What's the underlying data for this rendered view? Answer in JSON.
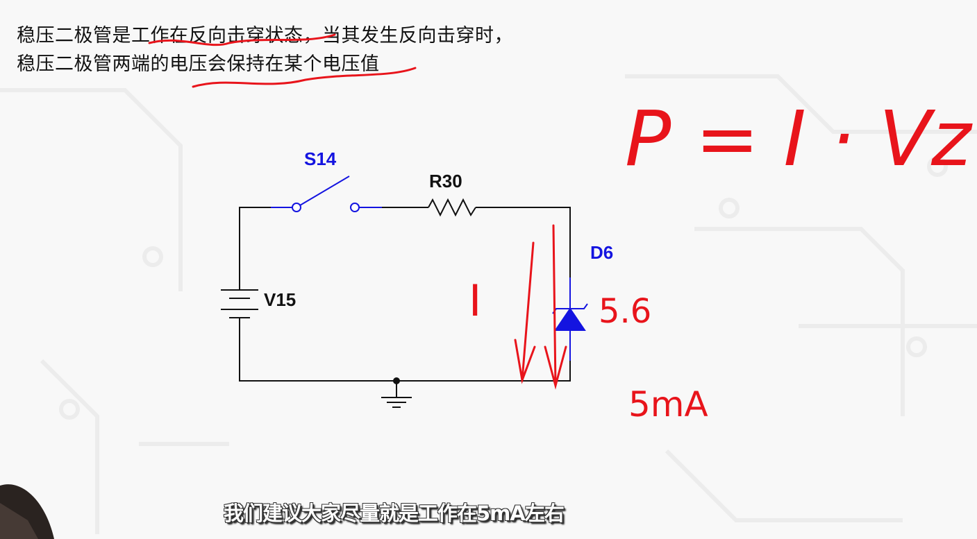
{
  "slide": {
    "text_line1": "稳压二极管是工作在反向击穿状态，当其发生反向击穿时，",
    "text_line2": "稳压二极管两端的电压会保持在某个电压值"
  },
  "circuit": {
    "switch_label": "S14",
    "resistor_label": "R30",
    "source_label": "V15",
    "diode_label": "D6",
    "wire_color": "#111111",
    "component_color": "#1414e0"
  },
  "annotations": {
    "formula": "P = I · Vz",
    "current": "I",
    "zener_voltage": "5.6",
    "current_value": "5mA",
    "ink_color": "#e8141b"
  },
  "subtitle": "我们建议大家尽量就是工作在5mA左右"
}
